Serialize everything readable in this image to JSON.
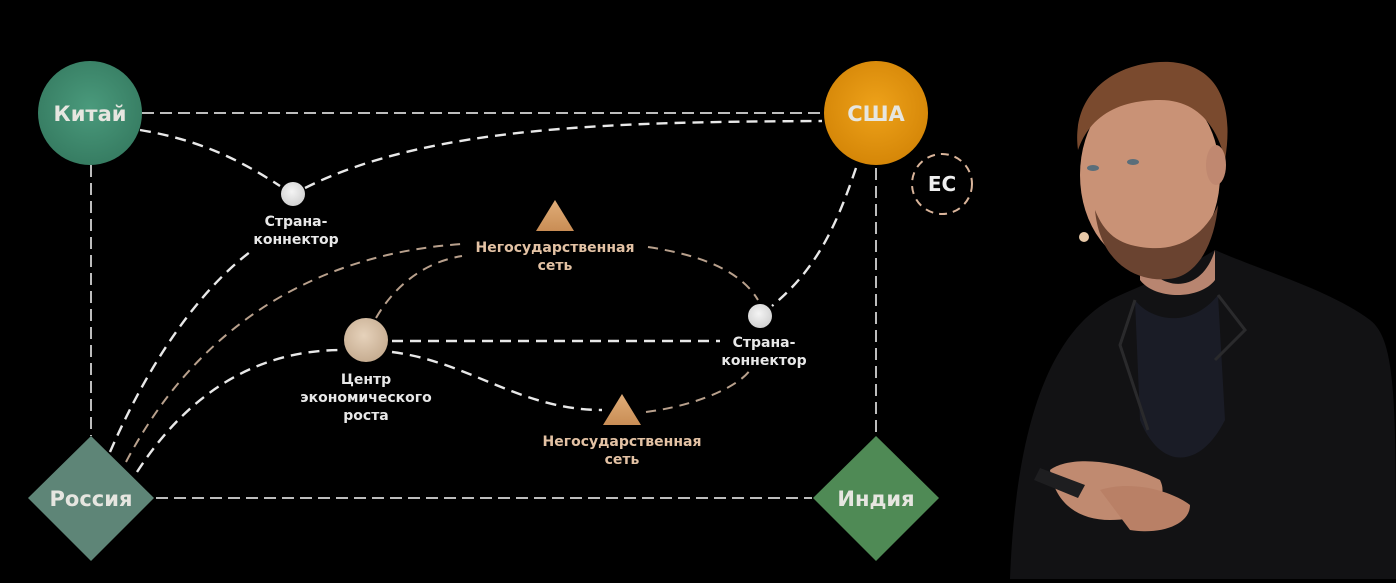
{
  "slide": {
    "nodes": {
      "china": {
        "label": "Китай",
        "color": "#3f8a6e"
      },
      "usa": {
        "label": "США",
        "color": "#e2930c"
      },
      "eu": {
        "label": "ЕС",
        "border_color": "#d9b49a"
      },
      "russia": {
        "label": "Россия",
        "color": "#5e8577"
      },
      "india": {
        "label": "Индия",
        "color": "#4f8a55"
      },
      "connector_top": {
        "label_line1": "Страна-",
        "label_line2": "коннектор",
        "color": "#e6e6e6"
      },
      "connector_right": {
        "label_line1": "Страна-",
        "label_line2": "коннектор",
        "color": "#e6e6e6"
      },
      "growth_center": {
        "label_line1": "Центр",
        "label_line2": "экономического",
        "label_line3": "роста",
        "color": "#d8c1a6"
      },
      "network_top": {
        "label_line1": "Негосударственная",
        "label_line2": "сеть",
        "color": "#d9a46e"
      },
      "network_bottom": {
        "label_line1": "Негосударственная",
        "label_line2": "сеть",
        "color": "#d9a46e"
      }
    },
    "edges": [
      {
        "from": "china",
        "to": "usa",
        "style": "dashed"
      },
      {
        "from": "china",
        "to": "connector_top",
        "style": "dashed"
      },
      {
        "from": "connector_top",
        "to": "usa",
        "style": "dashed"
      },
      {
        "from": "china",
        "to": "russia",
        "style": "dashed"
      },
      {
        "from": "usa",
        "to": "india",
        "style": "dashed"
      },
      {
        "from": "usa",
        "to": "connector_right",
        "style": "dashed"
      },
      {
        "from": "russia",
        "to": "india",
        "style": "dashed"
      },
      {
        "from": "russia",
        "to": "connector_top",
        "style": "dashed"
      },
      {
        "from": "russia",
        "to": "network_top",
        "style": "dashed-beige"
      },
      {
        "from": "russia",
        "to": "growth_center",
        "style": "dashed"
      },
      {
        "from": "growth_center",
        "to": "network_top",
        "style": "dashed-beige"
      },
      {
        "from": "network_top",
        "to": "connector_right",
        "style": "dashed-beige"
      },
      {
        "from": "growth_center",
        "to": "connector_right",
        "style": "dashed"
      },
      {
        "from": "growth_center",
        "to": "network_bottom",
        "style": "dashed"
      },
      {
        "from": "network_bottom",
        "to": "connector_right",
        "style": "dashed-beige"
      }
    ]
  },
  "speaker": {
    "description": "Presenter in dark jacket holding a clicker"
  }
}
